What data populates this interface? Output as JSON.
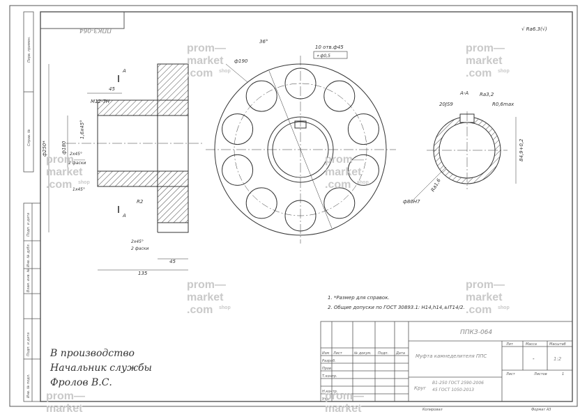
{
  "drawing": {
    "designation": "ППКЗ-064",
    "designation_mirrored": "ППКЗ-064",
    "roughness_note": "√ Ra6.3(√)",
    "title": "Муфта камнеделителя ППС",
    "material_line1": "Круг",
    "material_line2": "В1-250 ГОСТ 2590-2006",
    "material_line3": "45 ГОСТ 1050-2013",
    "scale": "1:2",
    "mass": "-",
    "sheet_label": "Лист",
    "sheets_label": "Листов",
    "sheets_count": "1",
    "copy_label": "Копировал",
    "format_label": "Формат А3",
    "lit_label": "Лит",
    "mass_label": "Масса",
    "scale_label": "Масштаб",
    "row_labels": [
      "Изм",
      "Лист",
      "№ докум.",
      "Подп.",
      "Дата"
    ],
    "role_labels": [
      "Разраб.",
      "Пров.",
      "Т.контр.",
      "Н.контр.",
      "Утв."
    ]
  },
  "notes": [
    "1. *Размер для справок.",
    "2. Общие допуски по ГОСТ 30893.1: H14,h14,±IT14/2."
  ],
  "side_labels": [
    "Перв. примен.",
    "Справ. №",
    "Подп. и дата",
    "Инв. № дубл.",
    "Взам. инв. №",
    "Подп. и дата",
    "Инв. № подл."
  ],
  "handwritten": [
    "В производство",
    "Начальник службы",
    "Фролов В.С."
  ],
  "dimensions": {
    "phi_250": "ф250*",
    "phi_180": "ф180",
    "len_45_top": "45",
    "thread": "М12-7Н",
    "chamfer_16": "1,6х45°",
    "chamfer_2x45_a": "2х45°",
    "chamfer_2_faces_a": "2 фаски",
    "chamfer_1x45": "1х45°",
    "chamfer_2x45_b": "2х45°",
    "chamfer_2_faces_b": "2 фаски",
    "len_45_bottom": "45",
    "len_135": "135",
    "radius_r2": "R2",
    "section_a": "А",
    "angle_36": "36°",
    "phi_190": "ф190",
    "holes": "10 отв.ф45",
    "hole_tol": "⌖ ф0,5",
    "section_aa": "А-А",
    "keyway": "20JS9",
    "ra_32": "Ra3,2",
    "r06": "R0,6max",
    "phi_80": "ф80Н7",
    "depth_842": "84,9+0,2",
    "ra_16": "Ra1,6"
  },
  "watermark": {
    "line1": "prom—",
    "line2": "market",
    "line3": ".com",
    "shop": "shop"
  }
}
